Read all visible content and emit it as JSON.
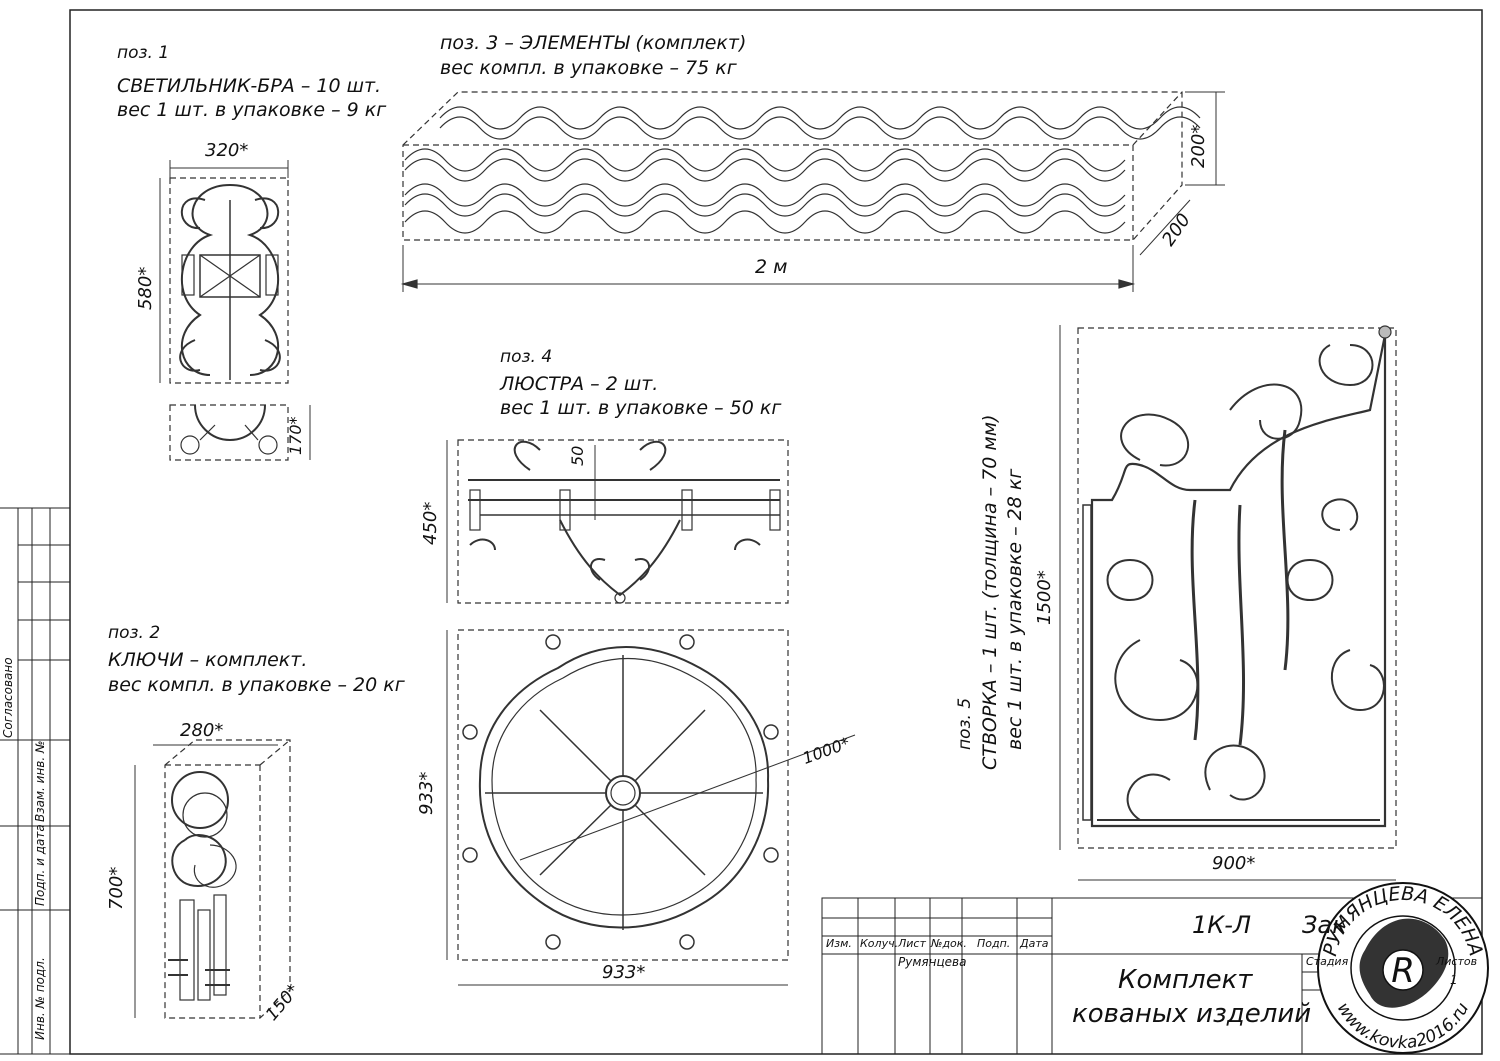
{
  "items": [
    {
      "id": "poz1",
      "lines": [
        "поз. 1",
        "СВЕТИЛЬНИК-БРА – 10 шт.",
        "вес 1 шт. в упаковке – 9 кг"
      ],
      "dims": {
        "width": "320*",
        "height": "580*",
        "depth": "170*"
      }
    },
    {
      "id": "poz2",
      "lines": [
        "поз. 2",
        "КЛЮЧИ – комплект.",
        "вес компл. в упаковке – 20 кг"
      ],
      "dims": {
        "width": "280*",
        "height": "700*",
        "depth": "150*"
      }
    },
    {
      "id": "poz3",
      "lines": [
        "поз. 3 – ЭЛЕМЕНТЫ (комплект)",
        "вес компл. в упаковке – 75 кг"
      ],
      "dims": {
        "length": "2 м",
        "height": "200*",
        "depth": "200"
      }
    },
    {
      "id": "poz4",
      "lines": [
        "поз. 4",
        "ЛЮСТРА – 2 шт.",
        "вес 1 шт. в упаковке – 50 кг"
      ],
      "dims": {
        "height": "450*",
        "top": "50",
        "diameter": "1000*",
        "plan_width": "933*",
        "plan_height": "933*"
      }
    },
    {
      "id": "poz5",
      "lines": [
        "поз. 5",
        "СТВОРКА – 1 шт. (толщина – 70 мм)",
        "вес 1 шт. в упаковке – 28 кг"
      ],
      "dims": {
        "height": "1500*",
        "width": "900*"
      }
    }
  ],
  "stamp": {
    "code": "1К-Л",
    "order": "Зак",
    "headers": [
      "Изм.",
      "Колуч.",
      "Лист",
      "№док.",
      "Подп.",
      "Дата"
    ],
    "author": "Румянцева",
    "title_line1": "Комплект",
    "title_line2": "кованых изделий",
    "stage_label": "Стадия",
    "sheets_label": "Листов",
    "sheets_value": "1"
  },
  "side_table": {
    "labels": [
      "Согласовано",
      "Взам. инв. №",
      "Подп. и дата",
      "Инв. № подл."
    ]
  },
  "seal": {
    "name": "РУМЯНЦЕВА ЕЛЕНА",
    "url": "www.kovka2016.ru",
    "monogram": "R"
  }
}
